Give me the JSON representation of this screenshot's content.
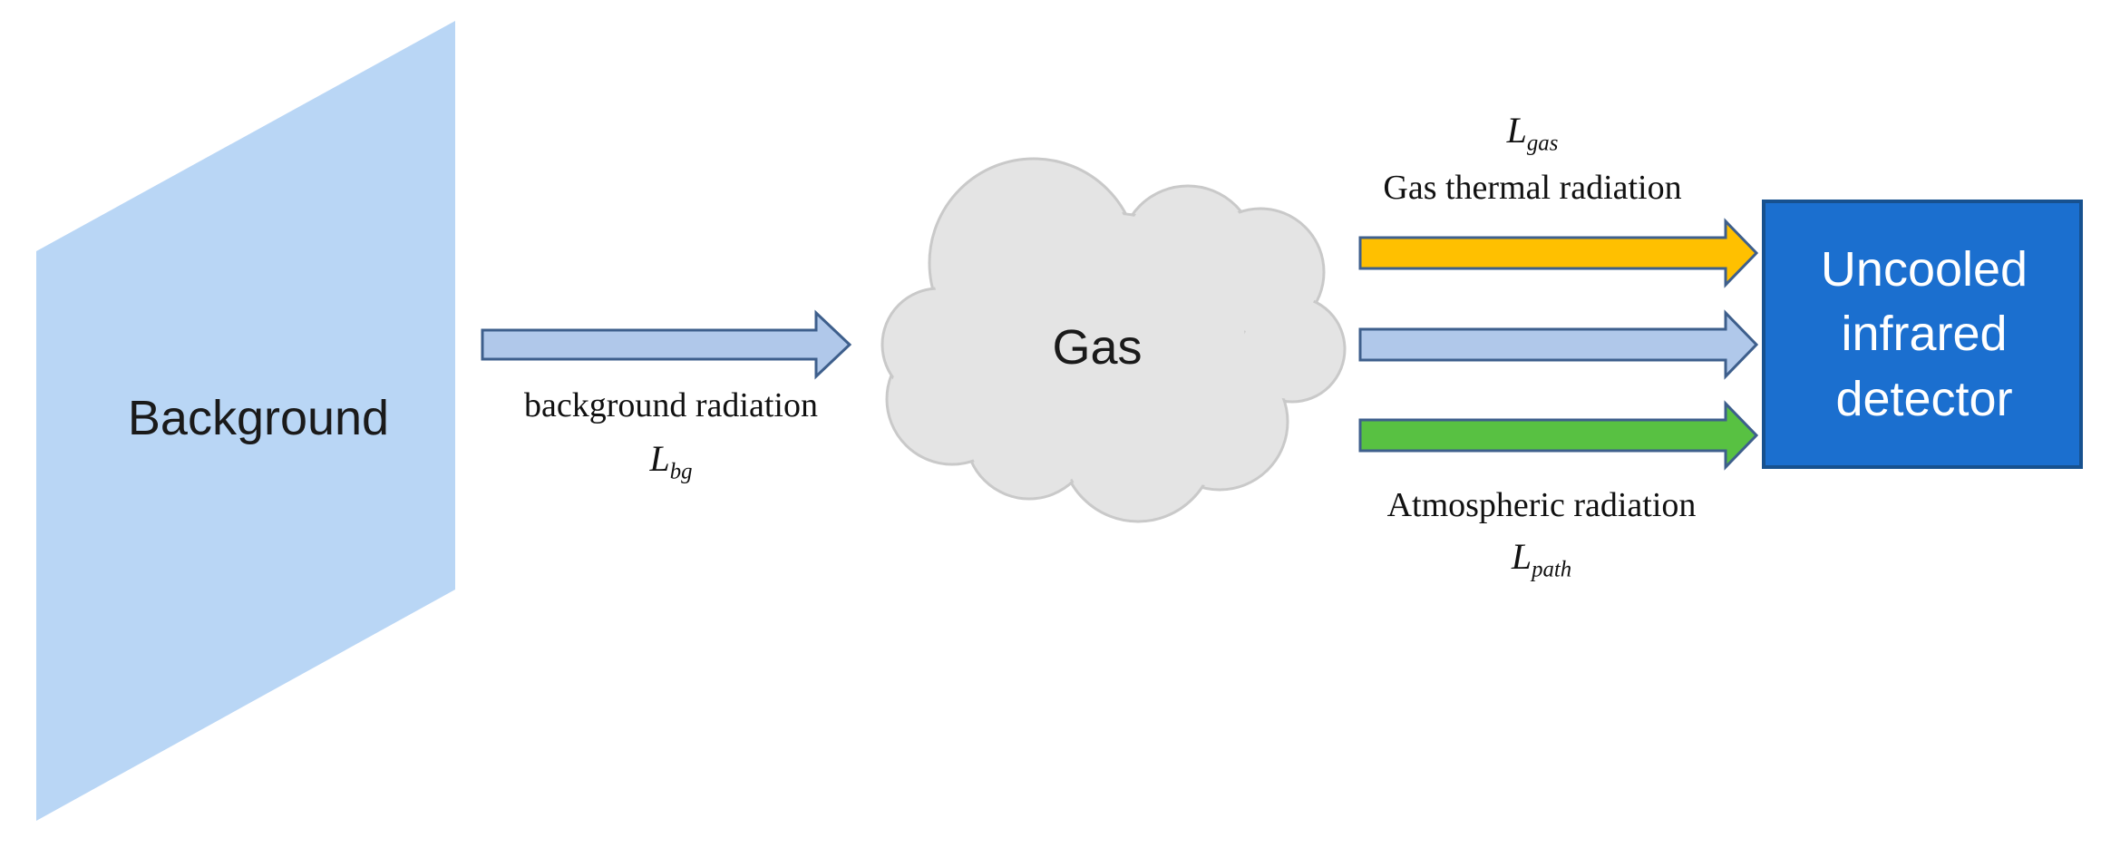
{
  "background_panel": {
    "label": "Background",
    "color": "#b9d6f5"
  },
  "gas_cloud": {
    "label": "Gas",
    "color": "#e4e4e4"
  },
  "detector": {
    "lines": [
      "Uncooled",
      "infrared",
      "detector"
    ],
    "fill": "#1b6fcf",
    "border": "#17518f"
  },
  "arrows": {
    "background": {
      "label": "background radiation",
      "symbol": "L",
      "subscript": "bg",
      "color": "#b0c8ea"
    },
    "gas": {
      "label": "Gas thermal radiation",
      "symbol": "L",
      "subscript": "gas",
      "color": "#ffc000"
    },
    "gas_to_detector": {
      "color": "#b0c8ea"
    },
    "path": {
      "label": "Atmospheric radiation",
      "symbol": "L",
      "subscript": "path",
      "color": "#58c142"
    }
  }
}
